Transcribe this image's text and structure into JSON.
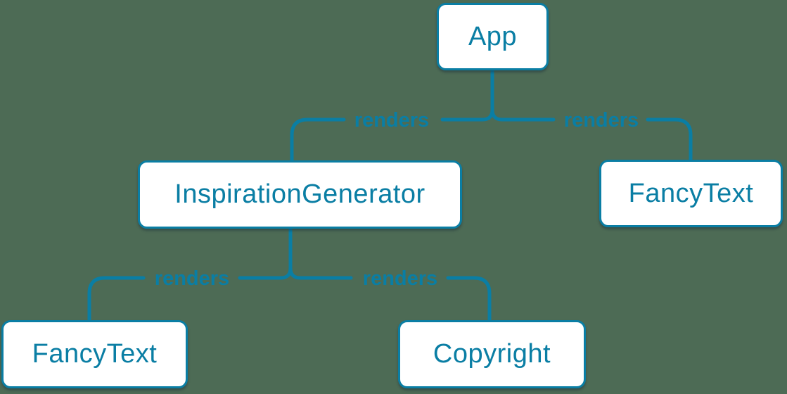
{
  "colors": {
    "background": "#4d6b55",
    "accent": "#0a7ea4",
    "node_fill": "#ffffff"
  },
  "diagram": {
    "type": "component-render-tree",
    "nodes": [
      {
        "id": "app",
        "label": "App"
      },
      {
        "id": "inspiration-generator",
        "label": "InspirationGenerator"
      },
      {
        "id": "fancy-text-right",
        "label": "FancyText"
      },
      {
        "id": "fancy-text-left",
        "label": "FancyText"
      },
      {
        "id": "copyright",
        "label": "Copyright"
      }
    ],
    "edges": [
      {
        "from": "app",
        "to": "inspiration-generator",
        "label": "renders"
      },
      {
        "from": "app",
        "to": "fancy-text-right",
        "label": "renders"
      },
      {
        "from": "inspiration-generator",
        "to": "fancy-text-left",
        "label": "renders"
      },
      {
        "from": "inspiration-generator",
        "to": "copyright",
        "label": "renders"
      }
    ]
  }
}
